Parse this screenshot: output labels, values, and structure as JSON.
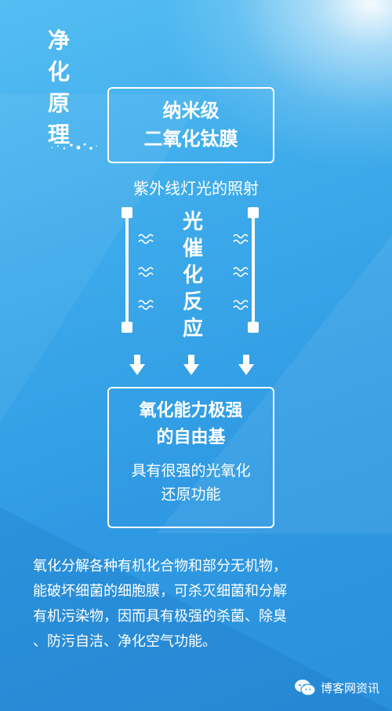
{
  "side_title": [
    "净",
    "化",
    "原",
    "理"
  ],
  "top_box": {
    "line1": "纳米级",
    "line2": "二氧化钛膜"
  },
  "uv_label": "紫外线灯光的照射",
  "reaction": [
    "光",
    "催",
    "化",
    "反",
    "应"
  ],
  "bottom_box": {
    "head1": "氧化能力极强",
    "head2": "的自由基",
    "sub1": "具有很强的光氧化",
    "sub2": "还原功能"
  },
  "description": [
    "氧化分解各种有机化合物和部分无机物，",
    "能破坏细菌的细胞膜，可杀灭细菌和分解",
    "有机污染物，因而具有极强的杀菌、除臭",
    "、防污自洁、净化空气功能。"
  ],
  "watermark": {
    "icon": "wechat-icon",
    "label": "博客网资讯"
  },
  "colors": {
    "background": "#3ba9ea",
    "foreground": "#ffffff"
  }
}
